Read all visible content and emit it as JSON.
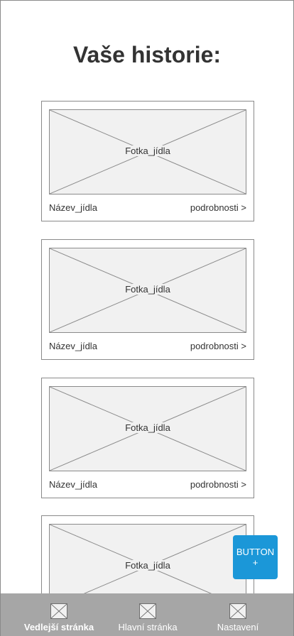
{
  "header": {
    "title": "Vaše historie:"
  },
  "history": {
    "cards": [
      {
        "photo_label": "Fotka_jídla",
        "name": "Název_jídla",
        "detail_link": "podrobnosti >"
      },
      {
        "photo_label": "Fotka_jídla",
        "name": "Název_jídla",
        "detail_link": "podrobnosti >"
      },
      {
        "photo_label": "Fotka_jídla",
        "name": "Název_jídla",
        "detail_link": "podrobnosti >"
      },
      {
        "photo_label": "Fotka_jídla"
      }
    ]
  },
  "fab": {
    "line1": "BUTTON",
    "line2": "+"
  },
  "bottom_nav": {
    "items": [
      {
        "label": "Vedlejší stránka",
        "icon": "image-placeholder-icon",
        "active": true
      },
      {
        "label": "Hlavní stránka",
        "icon": "image-placeholder-icon",
        "active": false
      },
      {
        "label": "Nastavení",
        "icon": "image-placeholder-icon",
        "active": false
      }
    ]
  },
  "colors": {
    "accent": "#1b97d8",
    "nav_background": "#a6a6a6",
    "placeholder_fill": "#f1f1f1",
    "border": "#8a8a8a"
  }
}
